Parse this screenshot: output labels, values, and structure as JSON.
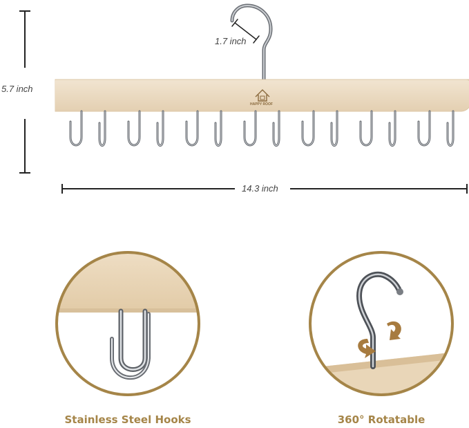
{
  "dimensions": {
    "height": "5.7 inch",
    "hook_size": "1.7 inch",
    "width": "14.3 inch"
  },
  "brand": {
    "logo_text": "HAPPY ROOF"
  },
  "features": [
    {
      "label": "Stainless Steel Hooks",
      "icon": "hook-closeup"
    },
    {
      "label": "360° Rotatable",
      "icon": "rotation-arrows"
    }
  ],
  "colors": {
    "wood": "#ead9c0",
    "steel": "#9a9ea4",
    "accent": "#a58548",
    "rotate_arrow": "#a77b3f"
  }
}
